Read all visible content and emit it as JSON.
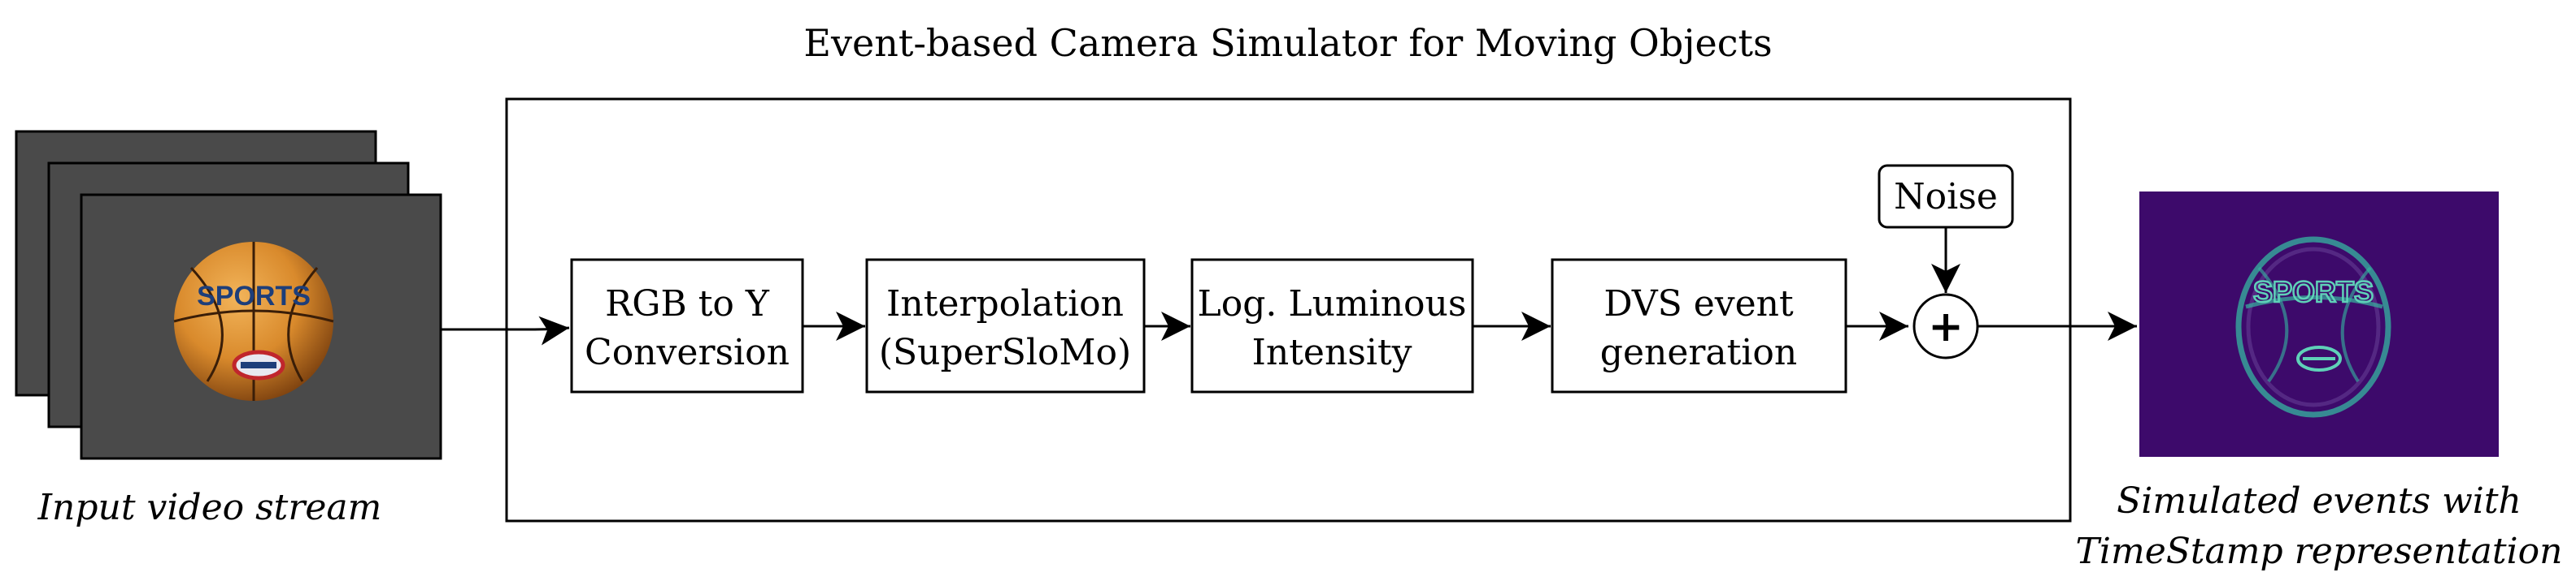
{
  "diagram": {
    "title": "Event-based Camera Simulator for Moving Objects",
    "input_caption": "Input video stream",
    "input_ball_text": "SPORTS",
    "output_ball_text": "SPORTS",
    "output_caption_line1": "Simulated events with",
    "output_caption_line2": "TimeStamp representation",
    "blocks": [
      {
        "line1": "RGB to Y",
        "line2": "Conversion"
      },
      {
        "line1": "Interpolation",
        "line2": "(SuperSloMo)"
      },
      {
        "line1": "Log. Luminous",
        "line2": "Intensity"
      },
      {
        "line1": "DVS event",
        "line2": "generation"
      }
    ],
    "noise_label": "Noise",
    "sum_symbol": "+",
    "colors": {
      "frame_gray": "#4a4a4a",
      "ball_orange": "#d98a2c",
      "event_bg": "#3d0a6b",
      "event_teal": "#36b5a0"
    }
  }
}
